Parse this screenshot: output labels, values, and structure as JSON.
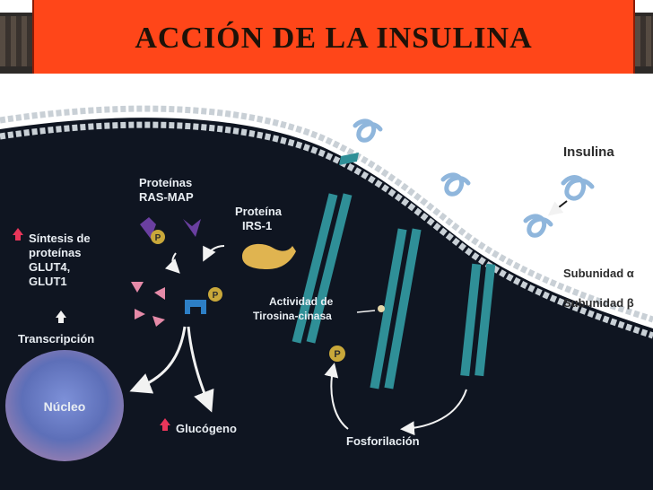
{
  "title": "ACCIÓN DE LA INSULINA",
  "labels": {
    "insulina": "Insulina",
    "subunidad_alpha": "Subunidad α",
    "subunidad_beta": "Subunidad β",
    "proteinas_ras_map_1": "Proteínas",
    "proteinas_ras_map_2": "RAS-MAP",
    "proteina_irs_1": "Proteína",
    "proteina_irs_2": "IRS-1",
    "sintesis_1": "Síntesis de",
    "sintesis_2": "proteínas",
    "sintesis_3": "GLUT4,",
    "sintesis_4": "GLUT1",
    "transcripcion": "Transcripción",
    "nucleo": "Núcleo",
    "glucogeno": "Glucógeno",
    "actividad_1": "Actividad de",
    "actividad_2": "Tirosina-cinasa",
    "fosforilacion": "Fosforilación",
    "p": "P"
  },
  "colors": {
    "title_bg": "#ff4619",
    "cell_bg": "#0f1521",
    "receptor": "#2f8f97",
    "insulin": "#8fb6dc",
    "nucleus": "#5b6fb8",
    "up_arrow": "#e8365a",
    "irs1": "#e0b450",
    "phosphate": "#c9a83a",
    "ras_map": "#6a3fa0",
    "triangles": "#e58aa8"
  }
}
